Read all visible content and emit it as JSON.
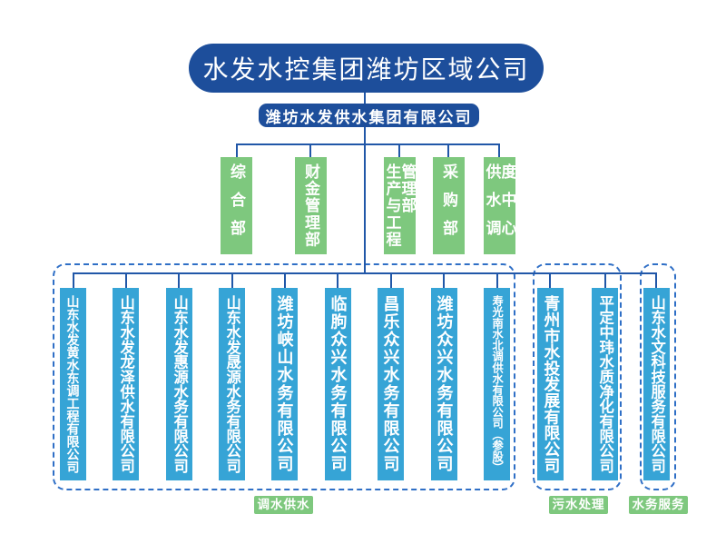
{
  "colors": {
    "primary_blue": "#1d4e9b",
    "connector_blue": "#2157a8",
    "dashed_border_blue": "#2f6fc6",
    "department_green": "#7ec87e",
    "company_teal": "#36a4d6",
    "text_white": "#ffffff"
  },
  "root": {
    "label": "水发水控集团潍坊区域公司"
  },
  "parent": {
    "label": "潍坊水发供水集团有限公司"
  },
  "departments": [
    {
      "label": "综合部"
    },
    {
      "label": "财金管理部"
    },
    {
      "label": "生产与工程\n管理部"
    },
    {
      "label": "采购部"
    },
    {
      "label": "供水调\n度中心"
    }
  ],
  "groups": [
    {
      "label": "调水供水",
      "companies": [
        {
          "label": "山东水发黄水东调工程有限公司"
        },
        {
          "label": "山东水发龙泽供水有限公司"
        },
        {
          "label": "山东水发惠源水务有限公司"
        },
        {
          "label": "山东水发晟源水务有限公司"
        },
        {
          "label": "潍坊峡山水务有限公司"
        },
        {
          "label": "临朐众兴水务有限公司"
        },
        {
          "label": "昌乐众兴水务有限公司"
        },
        {
          "label": "潍坊众兴水务有限公司"
        },
        {
          "label": "寿光南水北调供水有限公司（参股）"
        }
      ]
    },
    {
      "label": "污水处理",
      "companies": [
        {
          "label": "青州市水投发展有限公司"
        },
        {
          "label": "平定中玮水质净化有限公司"
        }
      ]
    },
    {
      "label": "水务服务",
      "companies": [
        {
          "label": "山东水文科技服务有限公司"
        }
      ]
    }
  ]
}
